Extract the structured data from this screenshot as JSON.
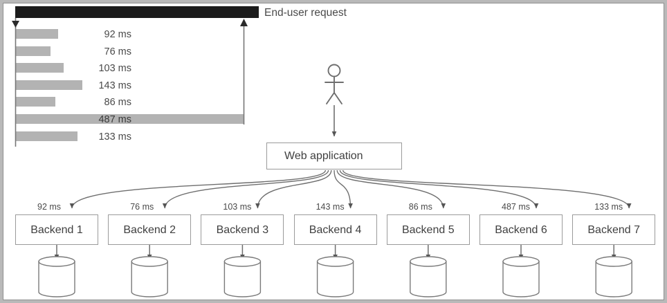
{
  "diagram": {
    "title_label": "End-user request",
    "timeline": {
      "caption": "End-user request",
      "total_bar_color": "#1b1b1b",
      "bar_color": "#b3b3b3",
      "critical_path_value": "487 ms"
    },
    "latency_bars": [
      {
        "label": "92 ms",
        "value": 92,
        "critical": false
      },
      {
        "label": "76 ms",
        "value": 76,
        "critical": false
      },
      {
        "label": "103 ms",
        "value": 103,
        "critical": false
      },
      {
        "label": "143 ms",
        "value": 143,
        "critical": false
      },
      {
        "label": "86 ms",
        "value": 86,
        "critical": false
      },
      {
        "label": "487 ms",
        "value": 487,
        "critical": true
      },
      {
        "label": "133 ms",
        "value": 133,
        "critical": false
      }
    ],
    "actor": {
      "name": "user-actor"
    },
    "web_application": {
      "label": "Web application"
    },
    "backends": [
      {
        "label": "Backend 1",
        "latency": "92 ms"
      },
      {
        "label": "Backend 2",
        "latency": "76 ms"
      },
      {
        "label": "Backend 3",
        "latency": "103 ms"
      },
      {
        "label": "Backend 4",
        "latency": "143 ms"
      },
      {
        "label": "Backend 5",
        "latency": "86 ms"
      },
      {
        "label": "Backend 6",
        "latency": "487 ms"
      },
      {
        "label": "Backend 7",
        "latency": "133 ms"
      }
    ],
    "colors": {
      "frame_border": "#8f8f8f",
      "canvas": "#ffffff",
      "page": "#b9b9b9",
      "stroke": "#6e6e6e",
      "text": "#4a4a4a"
    }
  }
}
